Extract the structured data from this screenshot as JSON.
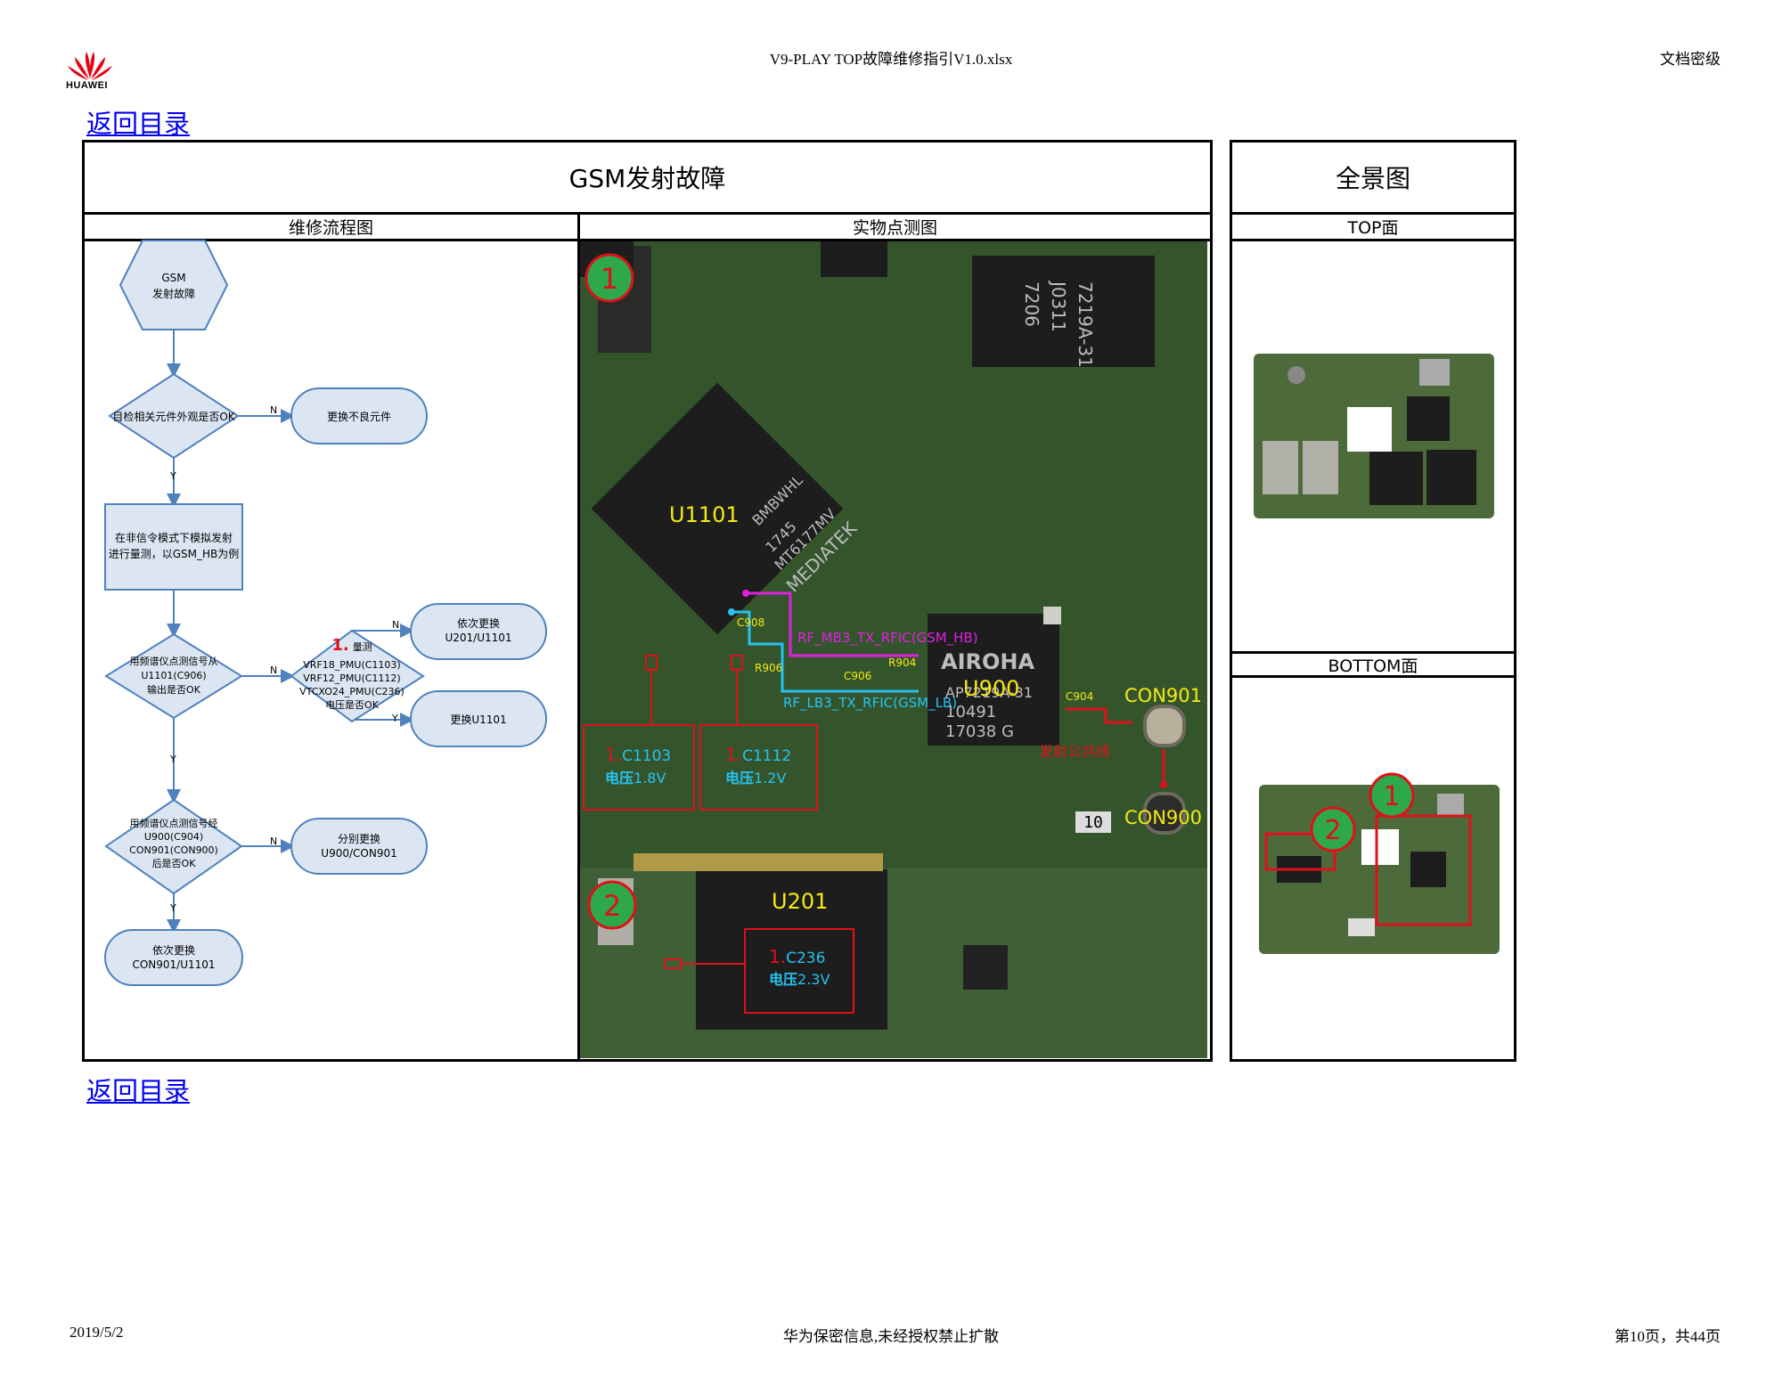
{
  "header": {
    "logo_text": "HUAWEI",
    "doc_title": "V9-PLAY TOP故障维修指引V1.0.xlsx",
    "security_level": "文档密级"
  },
  "nav": {
    "back_label": "返回目录"
  },
  "main": {
    "title": "GSM发射故障",
    "flow_header": "维修流程图",
    "photo_header": "实物点测图"
  },
  "side": {
    "title": "全景图",
    "top_header": "TOP面",
    "bottom_header": "BOTTOM面"
  },
  "flow": {
    "start": [
      "GSM",
      "发射故障"
    ],
    "d1": "目检相关元件外观是否OK",
    "r1": "更换不良元件",
    "p1": [
      "在非信令模式下模拟发射",
      "进行量测，以GSM_HB为例"
    ],
    "d2": [
      "用频谱仪点测信号从",
      "U1101(C906)",
      "输出是否OK"
    ],
    "d3": [
      "量测",
      "VRF18_PMU(C1103)",
      "VRF12_PMU(C1112)",
      "VTCXO24_PMU(C236)",
      "电压是否OK"
    ],
    "d3_num": "1.",
    "r2": [
      "依次更换",
      "U201/U1101"
    ],
    "r3": "更换U1101",
    "d4": [
      "用频谱仪点测信号经",
      "U900(C904)",
      "CON901(CON900)",
      "后是否OK"
    ],
    "r4": [
      "分别更换",
      "U900/CON901"
    ],
    "end": [
      "依次更换",
      "CON901/U1101"
    ],
    "yes": "Y",
    "no": "N"
  },
  "photo": {
    "marker1": "1",
    "marker2": "2",
    "u1101": "U1101",
    "u900": "U900",
    "u201": "U201",
    "con901": "CON901",
    "con900": "CON900",
    "chip_u1101_marking": [
      "MEDIATEK",
      "MT6177MV",
      "1745",
      "BMBWHL"
    ],
    "chip_u900_marking": [
      "AIROHA",
      "AP7219A-31",
      "10491",
      "17038 G"
    ],
    "chip_top_marking": [
      "7219A-31",
      "J0311",
      "7206"
    ],
    "c908": "C908",
    "r906": "R906",
    "c906": "C906",
    "r904": "R904",
    "c904": "C904",
    "rf_mb3": "RF_MB3_TX_RFIC(GSM_HB)",
    "rf_lb3": "RF_LB3_TX_RFIC(GSM_LB)",
    "tx_line": "发射公共线",
    "m1_num": "1.",
    "c1103": "C1103",
    "c1103_v": "1.8V",
    "c1112": "C1112",
    "c1112_v": "1.2V",
    "c236": "C236",
    "c236_v": "2.3V",
    "volt_label": "电压",
    "part_10": "10"
  },
  "bottom_markers": {
    "m1": "1",
    "m2": "2"
  },
  "footer": {
    "date": "2019/5/2",
    "confidential": "华为保密信息,未经授权禁止扩散",
    "page": "第10页，共44页"
  },
  "colors": {
    "link": "#0000ee",
    "flow_fill": "#dce6f2",
    "flow_stroke": "#4f81bd",
    "marker_green": "#2da84a",
    "annot_red": "#e0101a",
    "annot_yellow": "#f5ea14",
    "annot_magenta": "#e020e0",
    "annot_cyan": "#27c2f0",
    "pcb_green": "#3a5a32"
  }
}
